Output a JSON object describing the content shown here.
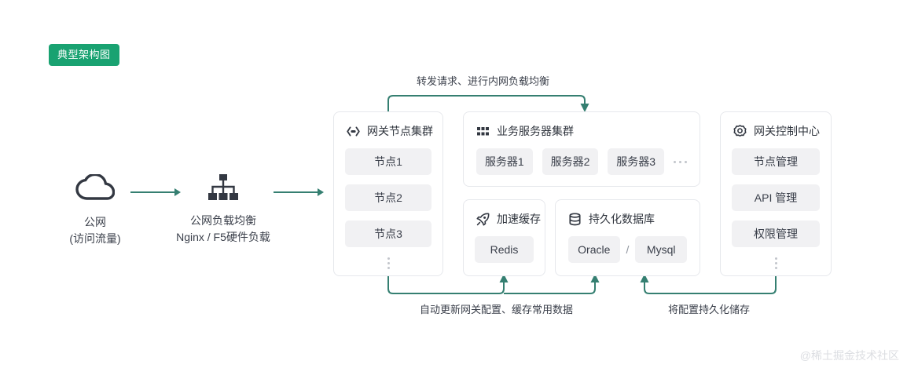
{
  "badge": {
    "label": "典型架构图"
  },
  "flow": {
    "cloud": {
      "icon": "cloud-icon",
      "title": "公网",
      "subtitle": "(访问流量)"
    },
    "load_balancer": {
      "icon": "sitemap-icon",
      "title": "公网负载均衡",
      "subtitle": "Nginx / F5硬件负载"
    }
  },
  "cards": {
    "gateway": {
      "icon": "api-brackets-icon",
      "title": "网关节点集群",
      "items": [
        "节点1",
        "节点2",
        "节点3"
      ],
      "more": "vertical-ellipsis"
    },
    "servers": {
      "icon": "apps-grid-icon",
      "title": "业务服务器集群",
      "items": [
        "服务器1",
        "服务器2",
        "服务器3"
      ],
      "more": "horizontal-ellipsis"
    },
    "cache": {
      "icon": "rocket-icon",
      "title": "加速缓存",
      "items": [
        "Redis"
      ]
    },
    "database": {
      "icon": "database-icon",
      "title": "持久化数据库",
      "items": [
        "Oracle",
        "Mysql"
      ],
      "separator": "/"
    },
    "control": {
      "icon": "gear-icon",
      "title": "网关控制中心",
      "items": [
        "节点管理",
        "API 管理",
        "权限管理"
      ],
      "more": "vertical-ellipsis"
    }
  },
  "annotations": {
    "top": "转发请求、进行内网负载均衡",
    "bottom_left": "自动更新网关配置、缓存常用数据",
    "bottom_right": "将配置持久化储存"
  },
  "watermark": {
    "text": "@稀土掘金技术社区"
  },
  "colors": {
    "badge_green": "#19a271",
    "connector_green": "#357f71",
    "pill_bg": "#f1f1f3",
    "card_border": "#e6e8ec",
    "text": "#3a3f4a",
    "watermark": "#dcdee2"
  }
}
